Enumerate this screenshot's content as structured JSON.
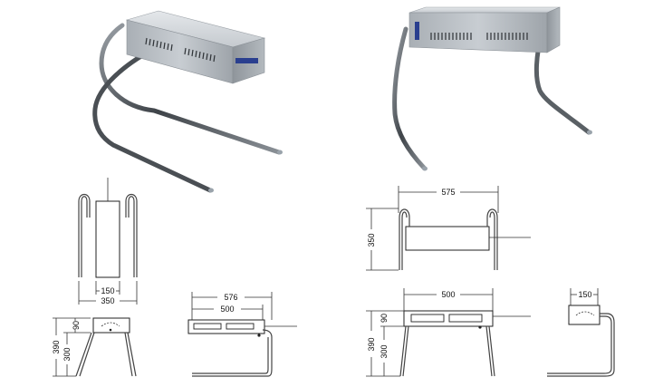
{
  "product_photos": [
    {
      "brand_label": "",
      "view": "angled-left"
    },
    {
      "brand_label": "",
      "view": "angled-right"
    }
  ],
  "drawings": {
    "front_small": {
      "width_outer": "350",
      "width_inner": "150"
    },
    "side_small": {
      "height_total": "390",
      "height_leg": "300",
      "height_box": "90"
    },
    "top_small": {
      "length_outer": "576",
      "length_inner": "500"
    },
    "front_large": {
      "width": "575",
      "height": "350"
    },
    "side_large": {
      "length": "500",
      "height_total": "390",
      "height_leg": "300",
      "height_box": "90"
    },
    "end_large": {
      "width": "150"
    }
  },
  "colors": {
    "steel": "#b9bfc4",
    "steel_dark": "#8c9298",
    "rod": "#6b7075",
    "label_blue": "#2a3f8f",
    "line": "#222222"
  }
}
